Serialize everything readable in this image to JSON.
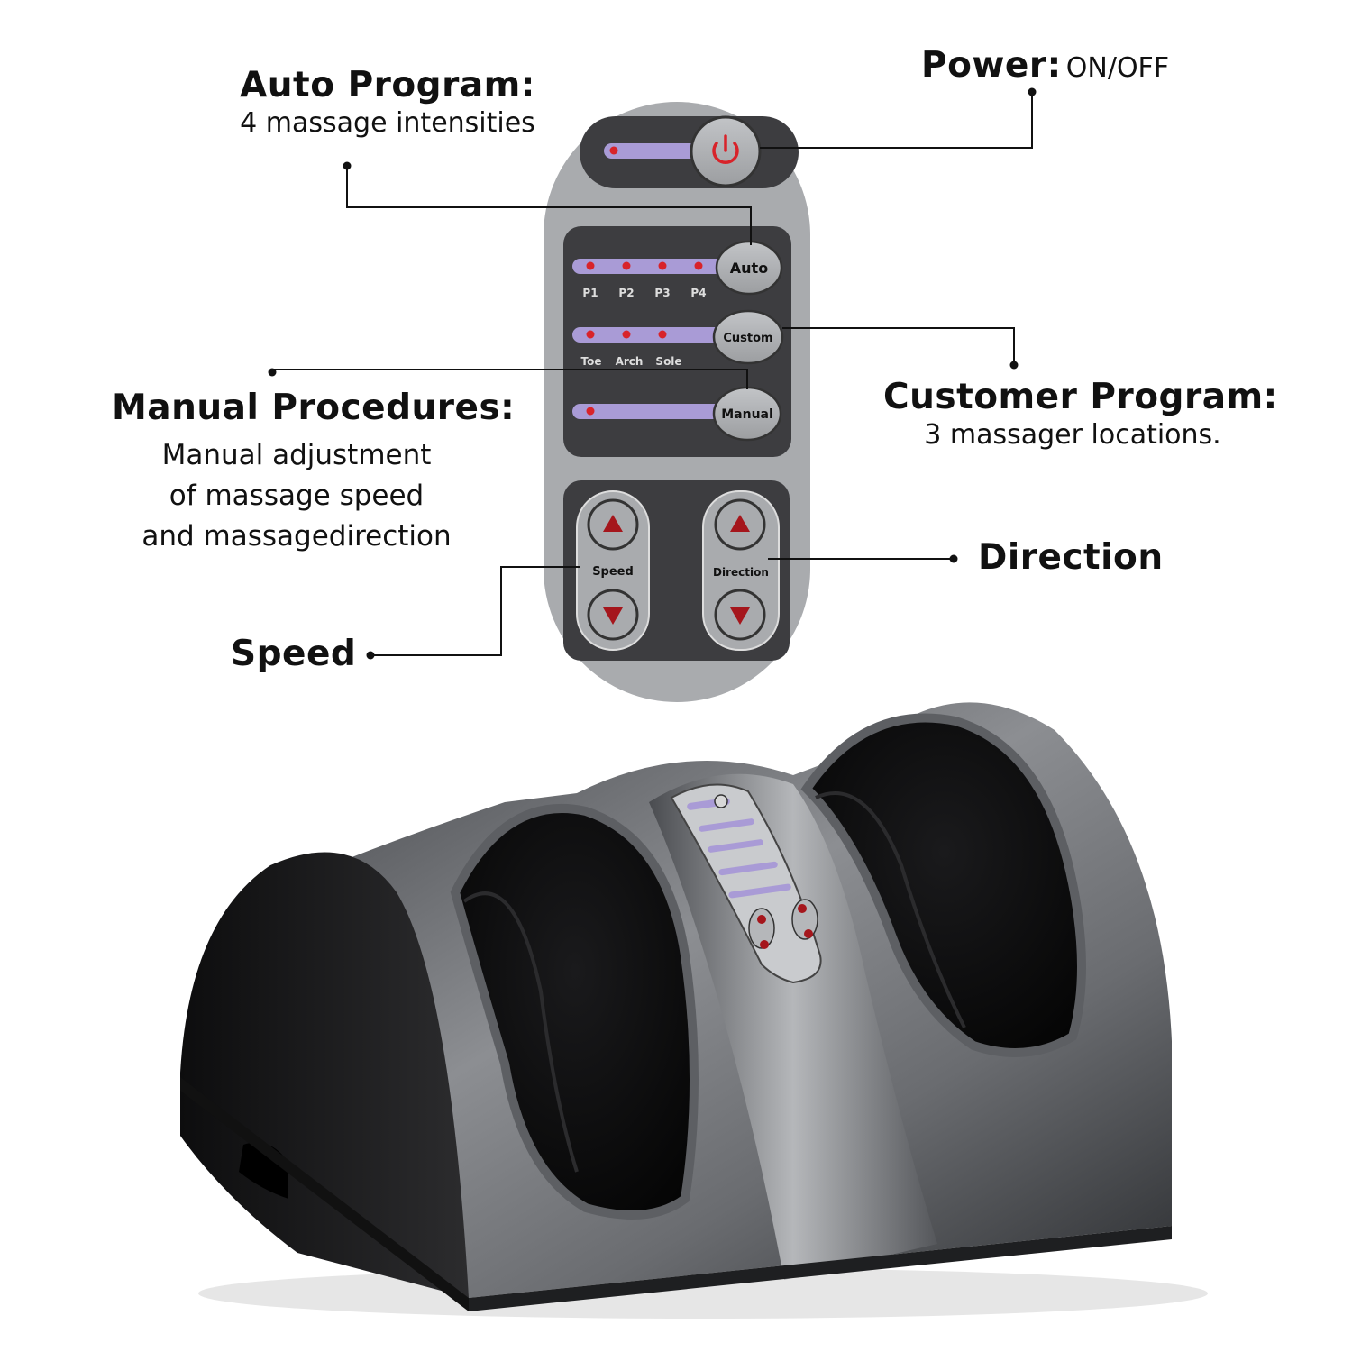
{
  "annotations": {
    "power": {
      "title": "Power:",
      "text": "ON/OFF"
    },
    "auto_program": {
      "title": "Auto Program:",
      "text": "4 massage intensities"
    },
    "manual_procedures": {
      "title": "Manual Procedures:",
      "lines": [
        "Manual adjustment",
        "of massage speed",
        "and massagedirection"
      ]
    },
    "customer_program": {
      "title": "Customer Program:",
      "text": "3 massager locations."
    },
    "direction": {
      "title": "Direction"
    },
    "speed": {
      "title": "Speed"
    }
  },
  "panel": {
    "auto_button": "Auto",
    "auto_labels": [
      "P1",
      "P2",
      "P3",
      "P4"
    ],
    "custom_button": "Custom",
    "custom_labels": [
      "Toe",
      "Arch",
      "Sole"
    ],
    "manual_button": "Manual",
    "speed_label": "Speed",
    "direction_label": "Direction"
  },
  "colors": {
    "panel_outer": "#a9abae",
    "panel_inner": "#3d3d40",
    "slider": "#a99bd6",
    "led": "#d8232a",
    "arrow": "#a5161c",
    "device_body": "#5a5c60"
  },
  "icons": {
    "power": "power-icon",
    "up": "up-arrow-icon",
    "down": "down-arrow-icon"
  }
}
